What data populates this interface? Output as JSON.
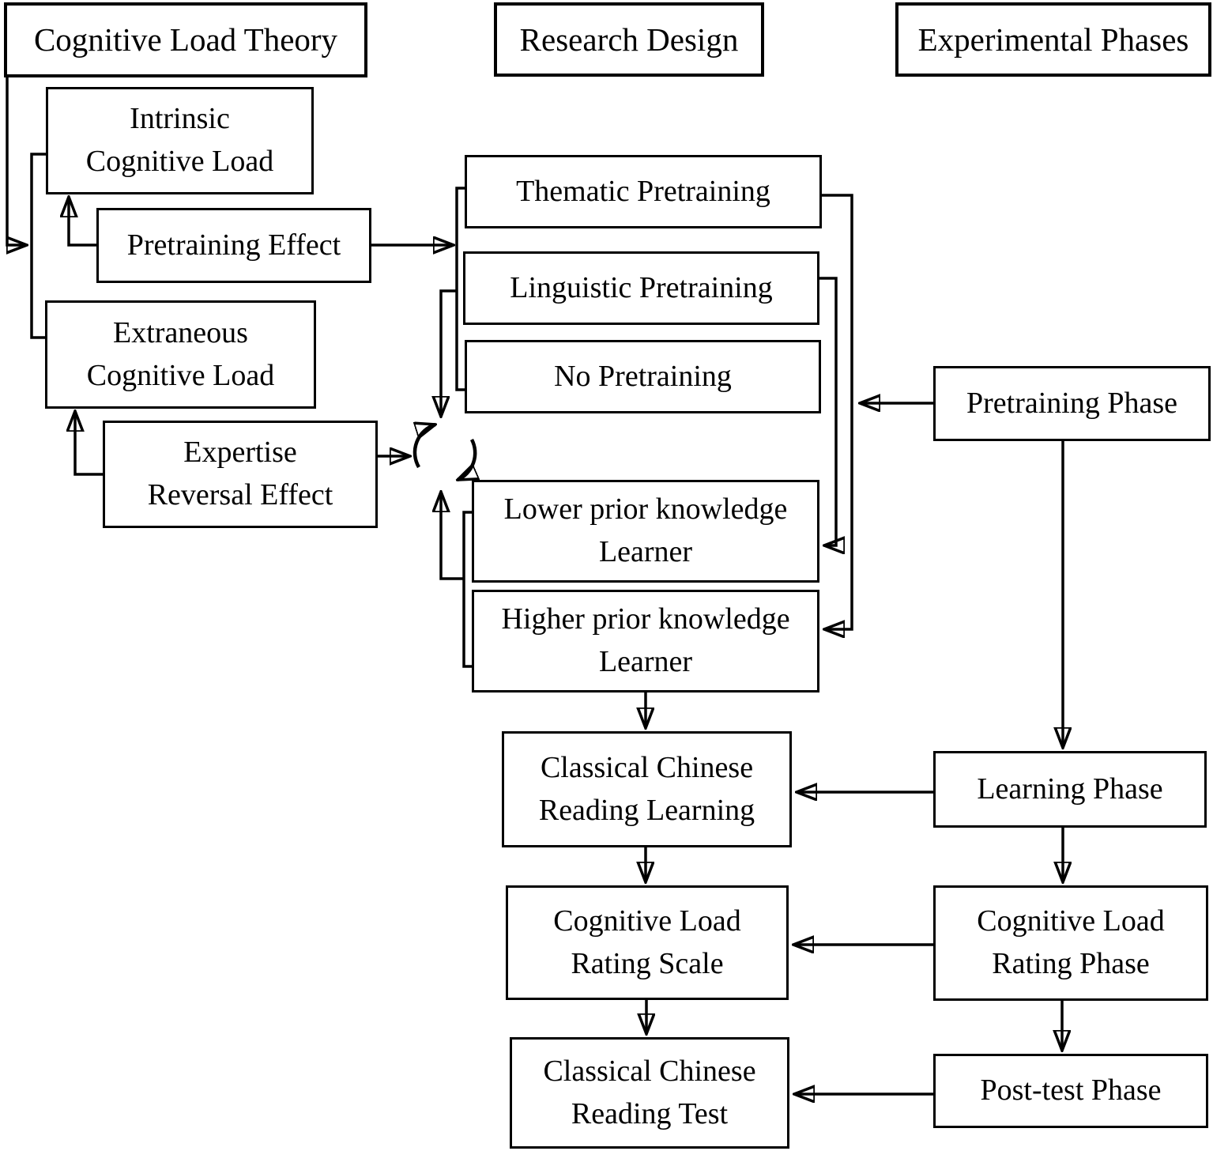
{
  "diagram_title": "Cognitive Load Theory research design flowchart",
  "colors": {
    "ink": "#000000",
    "background": "#ffffff"
  },
  "columns": {
    "left": "Cognitive Load Theory",
    "middle": "Research Design",
    "right": "Experimental Phases"
  },
  "boxes": {
    "cognitive_load_theory": {
      "lines": [
        "Cognitive Load Theory"
      ]
    },
    "intrinsic": {
      "lines": [
        "Intrinsic",
        "Cognitive Load"
      ]
    },
    "pretraining_effect": {
      "lines": [
        "Pretraining Effect"
      ]
    },
    "extraneous": {
      "lines": [
        "Extraneous",
        "Cognitive Load"
      ]
    },
    "expertise_reversal": {
      "lines": [
        "Expertise",
        "Reversal Effect"
      ]
    },
    "research_design": {
      "lines": [
        "Research Design"
      ]
    },
    "thematic": {
      "lines": [
        "Thematic Pretraining"
      ]
    },
    "linguistic": {
      "lines": [
        "Linguistic Pretraining"
      ]
    },
    "no_pretraining": {
      "lines": [
        "No Pretraining"
      ]
    },
    "lower_learner": {
      "lines": [
        "Lower prior knowledge",
        "Learner"
      ]
    },
    "higher_learner": {
      "lines": [
        "Higher prior knowledge",
        "Learner"
      ]
    },
    "reading_learning": {
      "lines": [
        "Classical Chinese",
        "Reading Learning"
      ]
    },
    "rating_scale": {
      "lines": [
        "Cognitive Load",
        "Rating Scale"
      ]
    },
    "reading_test": {
      "lines": [
        "Classical Chinese",
        "Reading Test"
      ]
    },
    "experimental_phases": {
      "lines": [
        "Experimental Phases"
      ]
    },
    "pretraining_phase": {
      "lines": [
        "Pretraining Phase"
      ]
    },
    "learning_phase": {
      "lines": [
        "Learning Phase"
      ]
    },
    "rating_phase": {
      "lines": [
        "Cognitive Load",
        "Rating Phase"
      ]
    },
    "posttest_phase": {
      "lines": [
        "Post-test Phase"
      ]
    }
  },
  "icons": {
    "cycle": "interaction-cycle-icon"
  },
  "connections": [
    {
      "from": "cognitive_load_theory",
      "to": "load-types-bracket"
    },
    {
      "from": "pretraining_effect",
      "to": "intrinsic"
    },
    {
      "from": "pretraining_effect",
      "to": "pretraining-conditions-bracket"
    },
    {
      "from": "expertise_reversal",
      "to": "extraneous"
    },
    {
      "from": "expertise_reversal",
      "to": "interaction-cycle"
    },
    {
      "from": "pretraining-conditions-bracket",
      "to": "interaction-cycle"
    },
    {
      "from": "learners-bracket",
      "to": "interaction-cycle"
    },
    {
      "from": "thematic",
      "to": "higher_learner"
    },
    {
      "from": "linguistic",
      "to": "lower_learner"
    },
    {
      "from": "higher_learner",
      "to": "reading_learning"
    },
    {
      "from": "reading_learning",
      "to": "rating_scale"
    },
    {
      "from": "rating_scale",
      "to": "reading_test"
    },
    {
      "from": "pretraining_phase",
      "to": "pretraining-conditions"
    },
    {
      "from": "pretraining_phase",
      "to": "learning_phase"
    },
    {
      "from": "learning_phase",
      "to": "reading_learning"
    },
    {
      "from": "learning_phase",
      "to": "rating_phase"
    },
    {
      "from": "rating_phase",
      "to": "rating_scale"
    },
    {
      "from": "rating_phase",
      "to": "posttest_phase"
    },
    {
      "from": "posttest_phase",
      "to": "reading_test"
    }
  ]
}
